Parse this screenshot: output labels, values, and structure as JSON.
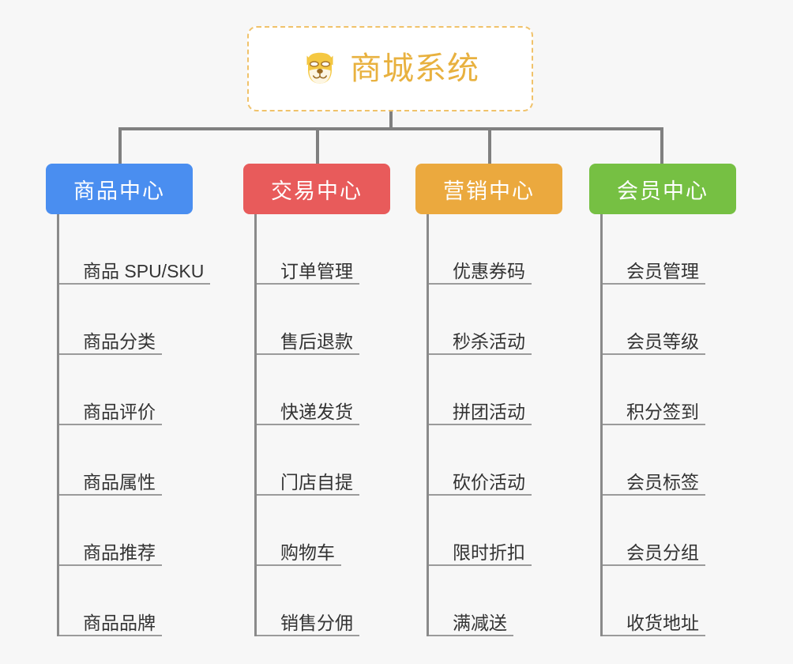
{
  "background_color": "#f7f7f7",
  "root": {
    "title": "商城系统",
    "icon": "shiba-dog-face-icon",
    "text_color": "#e8b13f",
    "border_color": "#f0c26a",
    "background_color": "#ffffff"
  },
  "categories": [
    {
      "label": "商品中心",
      "color": "#4a8ef0",
      "items": [
        "商品 SPU/SKU",
        "商品分类",
        "商品评价",
        "商品属性",
        "商品推荐",
        "商品品牌"
      ]
    },
    {
      "label": "交易中心",
      "color": "#e85b5b",
      "items": [
        "订单管理",
        "售后退款",
        "快递发货",
        "门店自提",
        "购物车",
        "销售分佣"
      ]
    },
    {
      "label": "营销中心",
      "color": "#eba93e",
      "items": [
        "优惠券码",
        "秒杀活动",
        "拼团活动",
        "砍价活动",
        "限时折扣",
        "满减送"
      ]
    },
    {
      "label": "会员中心",
      "color": "#76c043",
      "items": [
        "会员管理",
        "会员等级",
        "积分签到",
        "会员标签",
        "会员分组",
        "收货地址"
      ]
    }
  ]
}
